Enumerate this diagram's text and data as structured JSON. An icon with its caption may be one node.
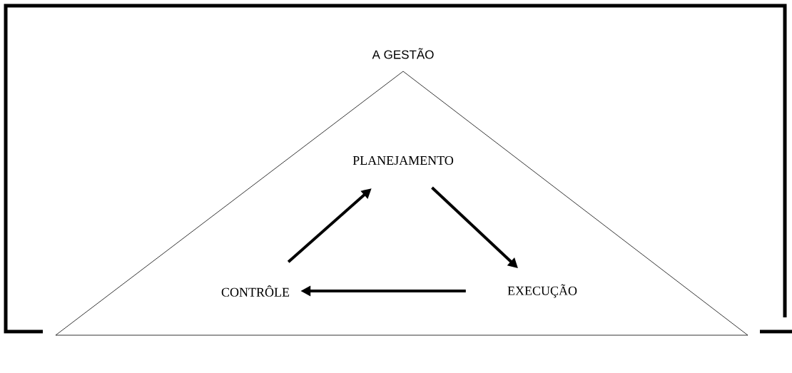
{
  "diagram": {
    "nodes": [
      {
        "text": [
          "A GESTÃO"
        ]
      },
      {
        "text": [
          "PLANEJAMENTO"
        ],
        "in": 0
      },
      {
        "text": [
          "EXECUÇÃO"
        ],
        "in": 0
      },
      {
        "text": [
          "CONTRÔLE"
        ],
        "in": 0
      }
    ],
    "edges": [
      {
        "from": 1,
        "to": 2,
        "arrow": "to"
      },
      {
        "from": 2,
        "to": 3,
        "arrow": "to"
      },
      {
        "from": 3,
        "to": 1,
        "arrow": "to"
      }
    ]
  }
}
